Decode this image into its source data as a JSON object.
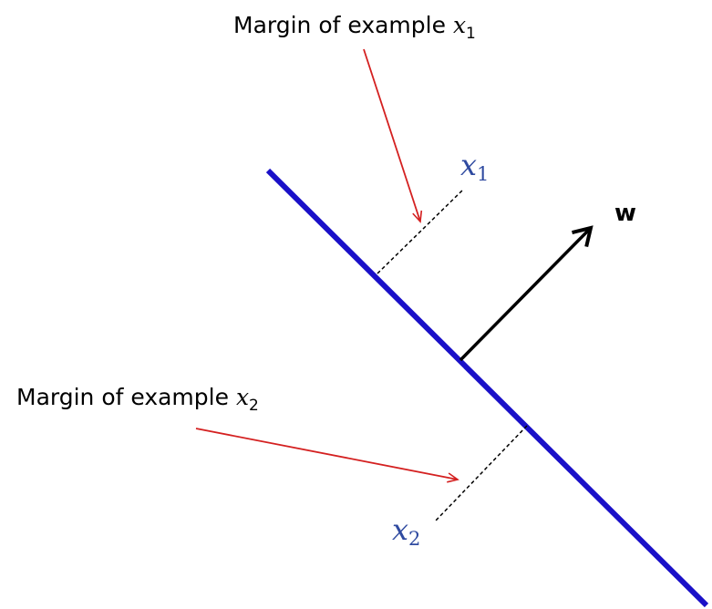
{
  "margin_labels": {
    "x1": {
      "prefix": "Margin of example ",
      "var": "x",
      "sub": "1"
    },
    "x2": {
      "prefix": "Margin of example ",
      "var": "x",
      "sub": "2"
    }
  },
  "points": {
    "x1": {
      "var": "x",
      "sub": "1"
    },
    "x2": {
      "var": "x",
      "sub": "2"
    }
  },
  "weight_vector": {
    "label": "w"
  },
  "colors": {
    "hyperplane": "#1a10c8",
    "point_label": "#2f4aa0",
    "annotation_arrow": "#d42020",
    "vector": "#000000",
    "margin_line": "#000000"
  }
}
